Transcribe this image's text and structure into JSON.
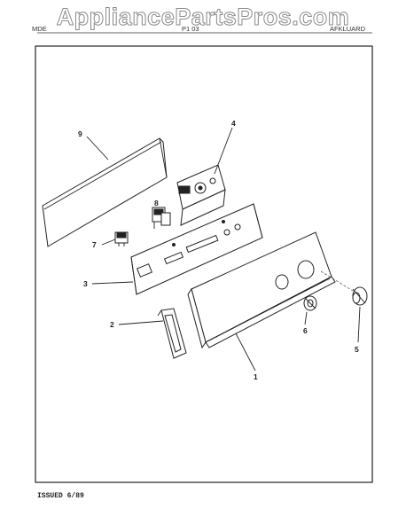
{
  "watermark": "AppliancePartsPros.com",
  "header": {
    "left": "MDE",
    "center": "P1 03",
    "right": "AFKLUARD"
  },
  "footer": {
    "issued": "ISSUED 6/89"
  },
  "callouts": {
    "c1": "1",
    "c2": "2",
    "c3": "3",
    "c4": "4",
    "c5": "5",
    "c6": "6",
    "c7": "7",
    "c8": "8",
    "c9": "9"
  }
}
